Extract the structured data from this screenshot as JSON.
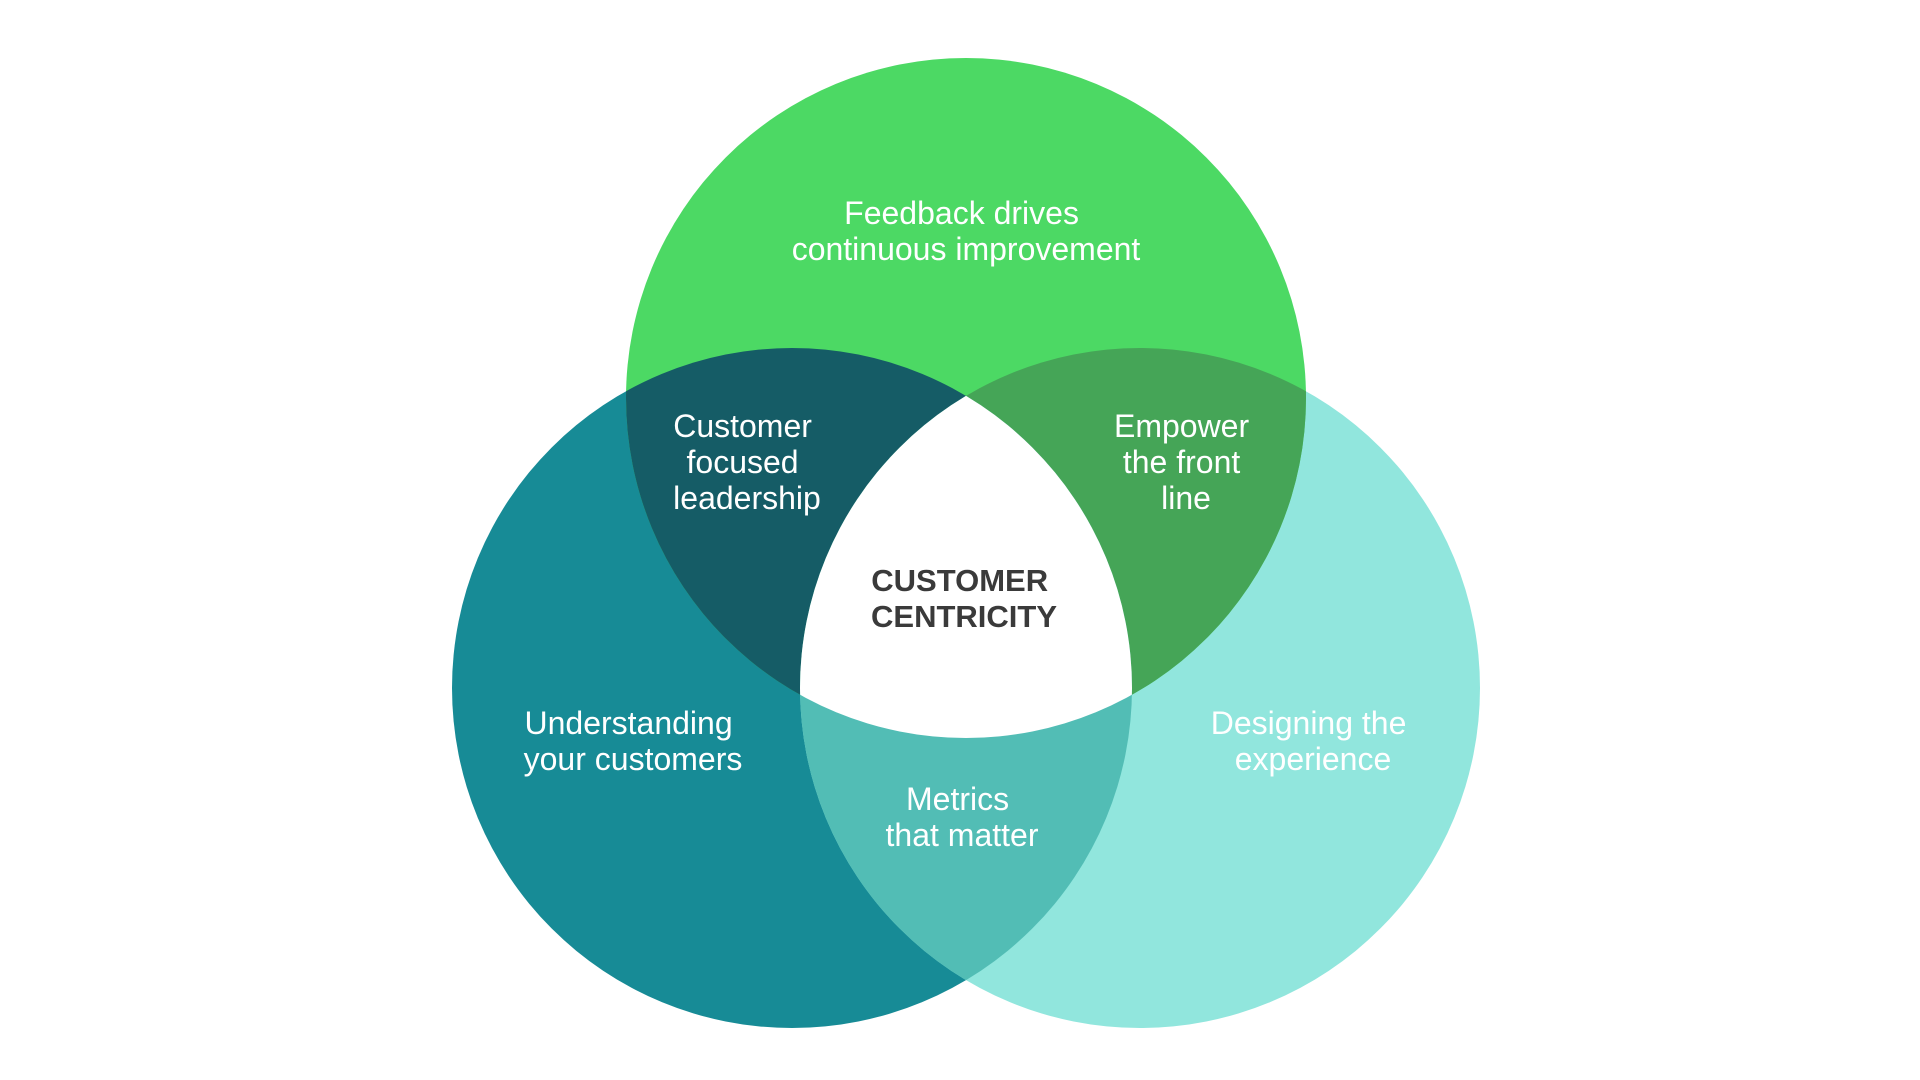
{
  "diagram": {
    "type": "venn-3",
    "colors": {
      "top_circle": "#4cd964",
      "left_circle": "#178b96",
      "right_circle": "#91e6dd",
      "overlap_top_left": "#155c66",
      "overlap_top_right": "#45a557",
      "overlap_left_right": "#52bdb5",
      "center": "#ffffff",
      "label_text": "#ffffff",
      "center_text": "#3a3a3a"
    },
    "circles": {
      "top": {
        "label": [
          "Feedback drives",
          "continuous improvement"
        ]
      },
      "left": {
        "label": [
          "Understanding",
          "your customers"
        ]
      },
      "right": {
        "label": [
          "Designing the",
          "experience"
        ]
      }
    },
    "overlaps": {
      "top_left": {
        "label": [
          "Customer",
          "focused",
          "leadership"
        ]
      },
      "top_right": {
        "label": [
          "Empower",
          "the front",
          "line"
        ]
      },
      "left_right": {
        "label": [
          "Metrics",
          "that matter"
        ]
      }
    },
    "center": {
      "label": [
        "CUSTOMER",
        "CENTRICITY"
      ]
    }
  }
}
